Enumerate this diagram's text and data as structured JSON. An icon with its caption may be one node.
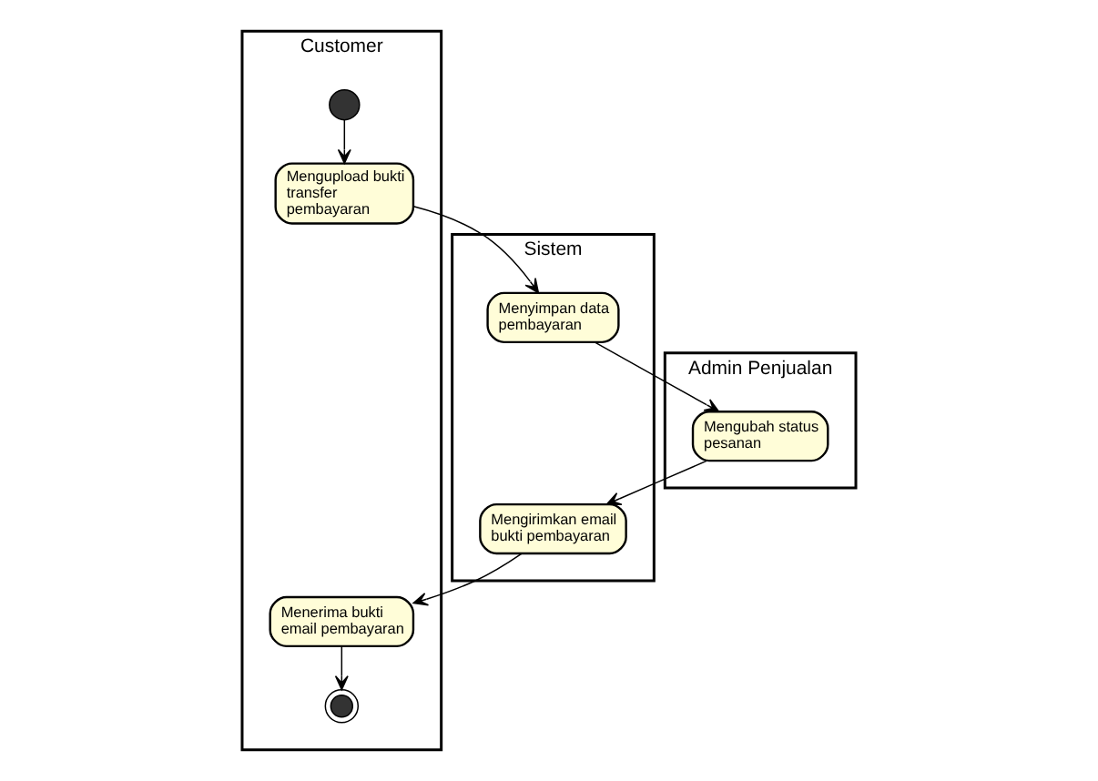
{
  "diagram": {
    "nodes": [
      {
        "text": [
          "Customer"
        ]
      },
      {
        "text": [
          "Sistem"
        ]
      },
      {
        "text": [
          "Admin Penjualan"
        ]
      },
      {
        "text": [],
        "shape": "circle",
        "in": 0
      },
      {
        "text": [
          "Mengupload bukti transfer pembayaran"
        ],
        "in": 0
      },
      {
        "text": [
          "Menyimpan data pembayaran"
        ],
        "in": 1
      },
      {
        "text": [
          "Mengubah status pesanan"
        ],
        "in": 2
      },
      {
        "text": [
          "Mengirimkan email bukti pembayaran"
        ],
        "in": 1
      },
      {
        "text": [
          "Menerima bukti email pembayaran"
        ],
        "in": 0
      },
      {
        "text": [],
        "shape": "circle",
        "in": 0
      }
    ],
    "edges": [
      {
        "from": 3,
        "to": 4,
        "arrow": "to"
      },
      {
        "from": 4,
        "to": 5,
        "arrow": "to"
      },
      {
        "from": 5,
        "to": 6,
        "arrow": "to"
      },
      {
        "from": 6,
        "to": 7,
        "arrow": "to"
      },
      {
        "from": 7,
        "to": 8,
        "arrow": "to"
      },
      {
        "from": 8,
        "to": 9,
        "arrow": "to"
      }
    ]
  }
}
